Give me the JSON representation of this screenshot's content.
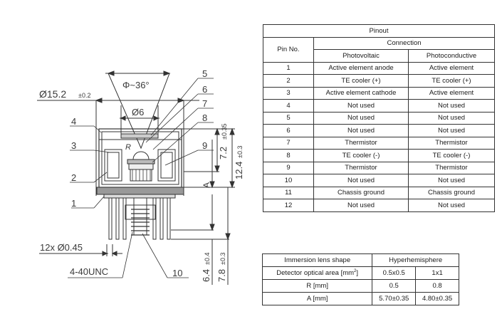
{
  "drawing": {
    "callouts": [
      "1",
      "2",
      "3",
      "4",
      "5",
      "6",
      "7",
      "8",
      "9",
      "10"
    ],
    "dimensions": {
      "outer_diameter": "Ø15.2",
      "outer_diameter_tol": "±0.2",
      "window_diameter": "Ø6",
      "fov": "Φ~36°",
      "lens_radius_label": "R",
      "focal_label": "A",
      "dim_7_2": "7.2",
      "dim_7_2_tol": "±0.35",
      "dim_12_4": "12.4",
      "dim_12_4_tol": "±0.3",
      "dim_6_4": "6.4",
      "dim_6_4_tol": "±0.4",
      "dim_7_8": "7.8",
      "dim_7_8_tol": "±0.3",
      "pins_label": "12x Ø0.45",
      "thread_label": "4-40UNC"
    }
  },
  "pinout": {
    "title": "Pinout",
    "pin_header": "Pin No.",
    "connection_header": "Connection",
    "columns": [
      "Photovoltaic",
      "Photoconductive"
    ],
    "rows": [
      {
        "pin": "1",
        "pv": "Active element anode",
        "pc": "Active element"
      },
      {
        "pin": "2",
        "pv": "TE cooler (+)",
        "pc": "TE cooler (+)"
      },
      {
        "pin": "3",
        "pv": "Active element cathode",
        "pc": "Active element"
      },
      {
        "pin": "4",
        "pv": "Not used",
        "pc": "Not used"
      },
      {
        "pin": "5",
        "pv": "Not used",
        "pc": "Not used"
      },
      {
        "pin": "6",
        "pv": "Not used",
        "pc": "Not used"
      },
      {
        "pin": "7",
        "pv": "Thermistor",
        "pc": "Thermistor"
      },
      {
        "pin": "8",
        "pv": "TE cooler (-)",
        "pc": "TE cooler (-)"
      },
      {
        "pin": "9",
        "pv": "Thermistor",
        "pc": "Thermistor"
      },
      {
        "pin": "10",
        "pv": "Not used",
        "pc": "Not used"
      },
      {
        "pin": "11",
        "pv": "Chassis ground",
        "pc": "Chassis ground"
      },
      {
        "pin": "12",
        "pv": "Not used",
        "pc": "Not used"
      }
    ]
  },
  "lens": {
    "shape_label": "Immersion lens shape",
    "shape_value": "Hyperhemisphere",
    "area_label": "Detector optical area [mm",
    "area_unit_sup": "2",
    "area_label_end": "]",
    "area_values": [
      "0.5x0.5",
      "1x1"
    ],
    "r_label": "R [mm]",
    "r_values": [
      "0.5",
      "0.8"
    ],
    "a_label": "A [mm]",
    "a_values": [
      "5.70±0.35",
      "4.80±0.35"
    ]
  }
}
